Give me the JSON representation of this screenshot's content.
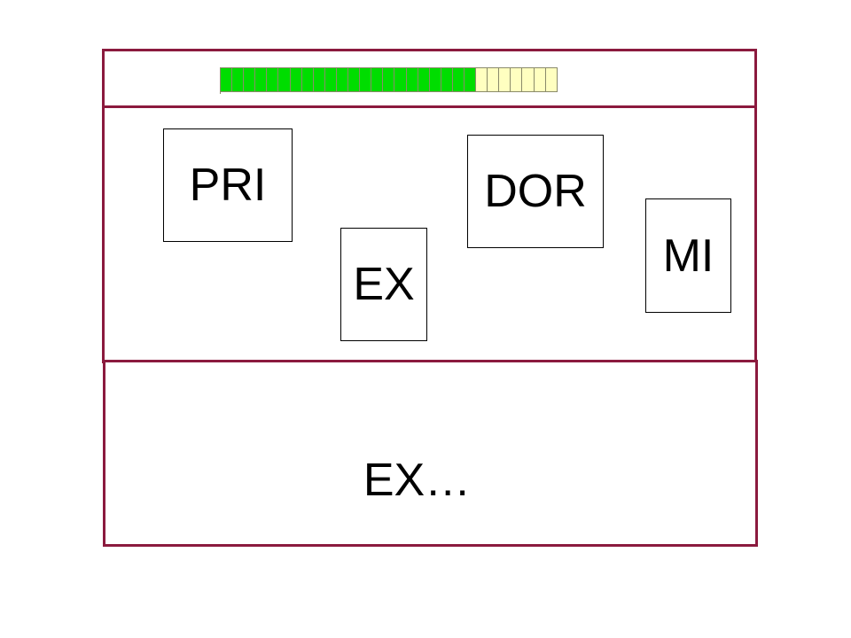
{
  "progress": {
    "total_segments": 29,
    "completed_segments": 22,
    "completed_color": "#00dd00",
    "remaining_color": "#ffffc0"
  },
  "syllables": {
    "pri": "PRI",
    "dor": "DOR",
    "ex": "EX",
    "mi": "MI"
  },
  "answer": {
    "text": "EX…"
  },
  "colors": {
    "frame": "#8b1a3e"
  }
}
